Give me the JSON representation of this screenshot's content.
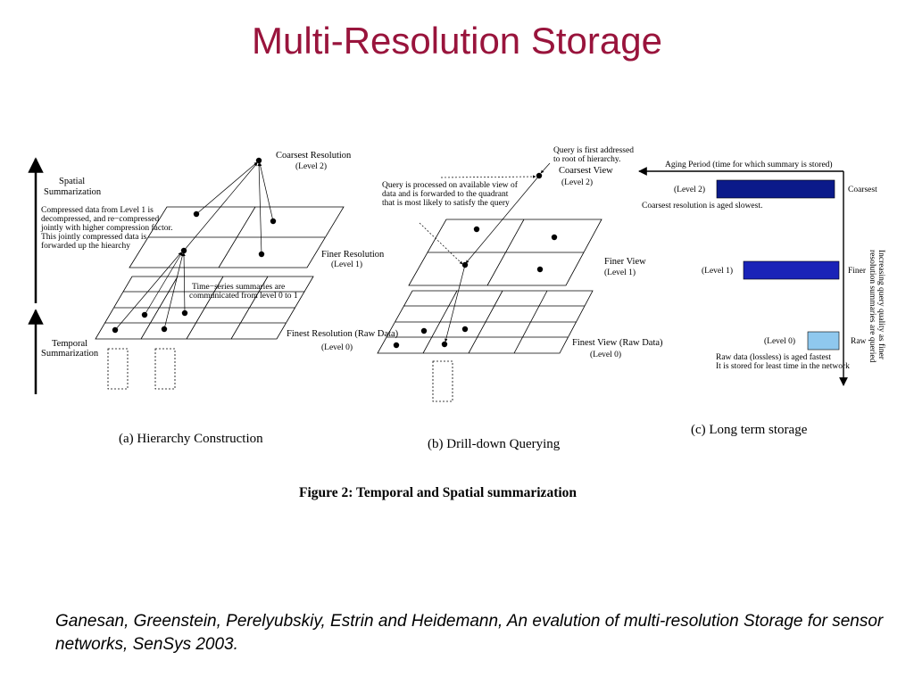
{
  "slide": {
    "title": "Multi-Resolution Storage",
    "citation": "Ganesan, Greenstein, Perelyubskiy, Estrin and Heidemann, An evalution of multi-resolution Storage for sensor networks, SenSys 2003."
  },
  "figure": {
    "caption": "Figure 2: Temporal and Spatial summarization",
    "panel_a": {
      "caption": "(a) Hierarchy Construction",
      "spatial_label": [
        "Spatial",
        "Summarization"
      ],
      "temporal_label": [
        "Temporal",
        "Summarization"
      ],
      "coarsest_label": "Coarsest Resolution",
      "coarsest_level": "(Level 2)",
      "finer_label": "Finer Resolution",
      "finer_level": "(Level 1)",
      "finest_label": "Finest Resolution (Raw Data)",
      "finest_level": "(Level 0)",
      "compress_note": [
        "Compressed data from Level 1 is",
        "decompressed, and re−compressed",
        "jointly with higher compression factor.",
        "This jointly compressed data is",
        "forwarded up the hiearchy"
      ],
      "timeseries_note": [
        "Time−series summaries are",
        "communicated from level 0 to 1"
      ]
    },
    "panel_b": {
      "caption": "(b) Drill-down Querying",
      "root_note": [
        "Query is first addressed",
        "to root of hierarchy."
      ],
      "coarsest_label": "Coarsest View",
      "coarsest_level": "(Level 2)",
      "processed_note": [
        "Query is processed on available view of",
        "data and is forwarded to the quadrant",
        "that is most likely to satisfy the query"
      ],
      "finer_label": "Finer View",
      "finer_level": "(Level 1)",
      "finest_label": "Finest View (Raw Data)",
      "finest_level": "(Level 0)"
    },
    "panel_c": {
      "caption": "(c) Long term storage",
      "aging_label": "Aging Period (time for which summary is stored)",
      "quality_label": [
        "Increasing query quality as finer",
        "resolution summaries are queried"
      ],
      "colors": {
        "level2_bar": "#0b1a8a",
        "level1_bar": "#1a23b8",
        "level0_bar": "#8fc8ee"
      },
      "levels": [
        {
          "level": "(Level 2)",
          "tier": "Coarsest",
          "note": [
            "Coarsest resolution is aged slowest."
          ]
        },
        {
          "level": "(Level 1)",
          "tier": "Finer",
          "note": []
        },
        {
          "level": "(Level 0)",
          "tier": "Raw",
          "note": [
            "Raw data (lossless) is aged fastest",
            "It is stored for least time in the network"
          ]
        }
      ]
    }
  }
}
